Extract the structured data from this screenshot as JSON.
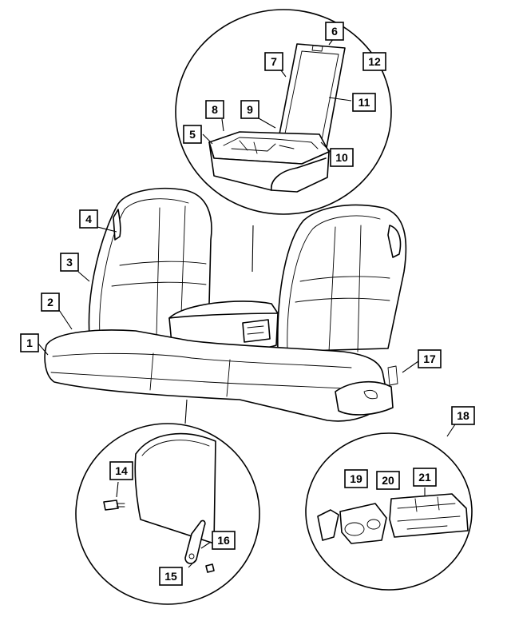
{
  "callouts": [
    {
      "id": "1",
      "label": "1"
    },
    {
      "id": "2",
      "label": "2"
    },
    {
      "id": "3",
      "label": "3"
    },
    {
      "id": "4",
      "label": "4"
    },
    {
      "id": "5",
      "label": "5"
    },
    {
      "id": "6",
      "label": "6"
    },
    {
      "id": "7",
      "label": "7"
    },
    {
      "id": "8",
      "label": "8"
    },
    {
      "id": "9",
      "label": "9"
    },
    {
      "id": "10",
      "label": "10"
    },
    {
      "id": "11",
      "label": "11"
    },
    {
      "id": "12",
      "label": "12"
    },
    {
      "id": "14",
      "label": "14"
    },
    {
      "id": "15",
      "label": "15"
    },
    {
      "id": "16",
      "label": "16"
    },
    {
      "id": "17",
      "label": "17"
    },
    {
      "id": "18",
      "label": "18"
    },
    {
      "id": "19",
      "label": "19"
    },
    {
      "id": "20",
      "label": "20"
    },
    {
      "id": "21",
      "label": "21"
    }
  ],
  "colors": {
    "line": "#000000",
    "background": "#ffffff"
  }
}
